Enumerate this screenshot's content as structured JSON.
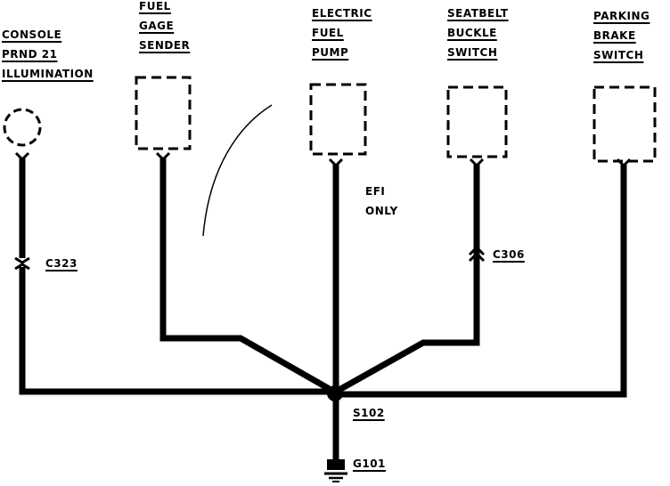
{
  "components": [
    {
      "id": "console",
      "lines": [
        "CONSOLE",
        "PRND 21",
        "ILLUMINATION"
      ]
    },
    {
      "id": "fuel-gage",
      "lines": [
        "FUEL",
        "GAGE",
        "SENDER"
      ]
    },
    {
      "id": "fuel-pump",
      "lines": [
        "ELECTRIC",
        "FUEL",
        "PUMP"
      ]
    },
    {
      "id": "seatbelt",
      "lines": [
        "SEATBELT",
        "BUCKLE",
        "SWITCH"
      ]
    },
    {
      "id": "parking",
      "lines": [
        "PARKING",
        "BRAKE",
        "SWITCH"
      ]
    }
  ],
  "connectors": {
    "c323": "C323",
    "c306": "C306"
  },
  "splice": "S102",
  "ground": "G101",
  "note": {
    "line1": "EFI",
    "line2": "ONLY"
  }
}
